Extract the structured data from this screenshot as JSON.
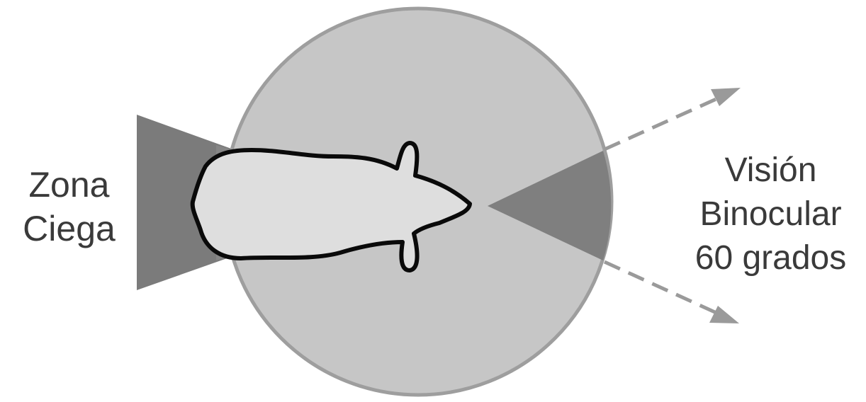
{
  "labels": {
    "blind_zone": {
      "line1": "Zona",
      "line2": "Ciega"
    },
    "binocular_vision": {
      "line1": "Visión",
      "line2": "Binocular",
      "line3": "60 grados"
    }
  },
  "colors": {
    "field_circle": "#c6c6c6",
    "field_circle_border": "#9e9e9e",
    "blind_zone_wedge": "#7b7b7b",
    "binocular_wedge": "#7f7f7f",
    "animal_body": "#dedede",
    "animal_outline": "#0a0a0a",
    "arrow": "#9a9a9a",
    "text": "#3a3a3a"
  }
}
